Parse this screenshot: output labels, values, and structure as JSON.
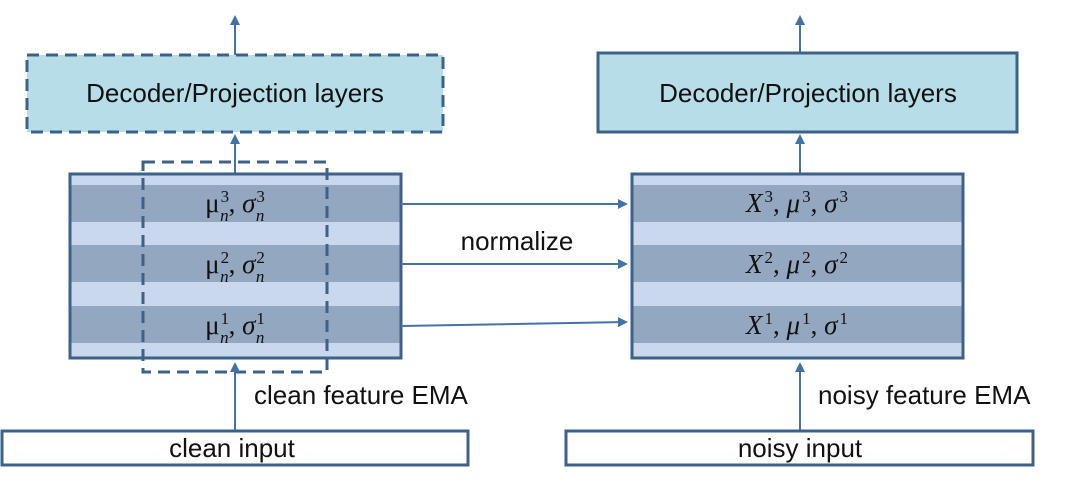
{
  "left": {
    "decoder_label": "Decoder/Projection layers",
    "stack_rows": [
      {
        "mu": "μ",
        "mu_sub": "n",
        "sigma": "σ",
        "sigma_sub": "n",
        "sup": "3"
      },
      {
        "mu": "μ",
        "mu_sub": "n",
        "sigma": "σ",
        "sigma_sub": "n",
        "sup": "2"
      },
      {
        "mu": "μ",
        "mu_sub": "n",
        "sigma": "σ",
        "sigma_sub": "n",
        "sup": "1"
      }
    ],
    "ema_label": "clean feature EMA",
    "input_label": "clean input"
  },
  "right": {
    "decoder_label": "Decoder/Projection layers",
    "stack_rows": [
      {
        "x": "X",
        "mu": "μ",
        "sigma": "σ",
        "sup": "3"
      },
      {
        "x": "X",
        "mu": "μ",
        "sigma": "σ",
        "sup": "2"
      },
      {
        "x": "X",
        "mu": "μ",
        "sigma": "σ",
        "sup": "1"
      }
    ],
    "ema_label": "noisy feature EMA",
    "input_label": "noisy input"
  },
  "middle": {
    "normalize_label": "normalize"
  },
  "colors": {
    "line": "#4472a8",
    "box_fill": "#b7dde8",
    "box_border": "#3e6189",
    "stripe_dark": "#93a7c0",
    "stripe_light": "#c9d8ed"
  }
}
